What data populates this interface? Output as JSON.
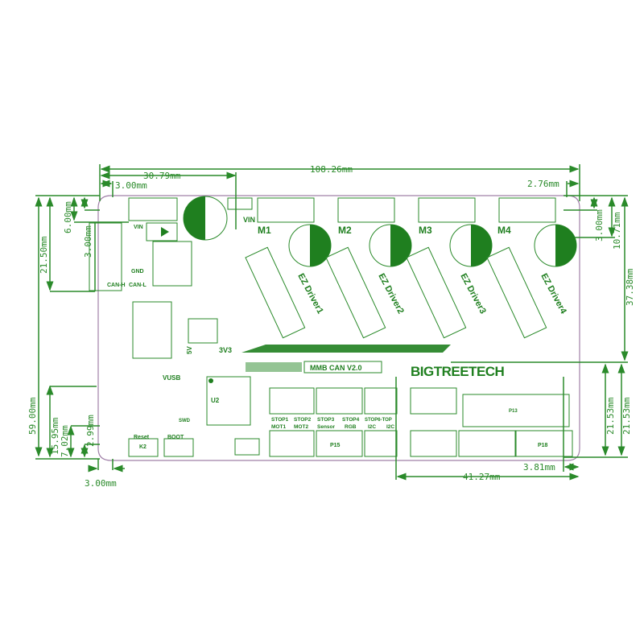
{
  "board": {
    "name": "MMB CAN V2.0",
    "brand": "BIGTREETECH",
    "power_labels": [
      "VIN",
      "VIN",
      "GND",
      "CAN-H",
      "CAN-L",
      "5V",
      "3V3",
      "VUSB"
    ],
    "motor_labels": [
      "M1",
      "M2",
      "M3",
      "M4"
    ],
    "driver_labels": [
      "EZ Driver1",
      "EZ Driver2",
      "EZ Driver3",
      "EZ Driver4"
    ],
    "port_labels_top": [
      "STOP1",
      "STOP2",
      "STOP3",
      "STOP4",
      "STOP6-TOP"
    ],
    "port_labels_bottom": [
      "MOT1",
      "MOT2",
      "Sensor",
      "RGB",
      "I2C",
      "I2C"
    ],
    "connector_labels": [
      "P13",
      "P15",
      "P18",
      "U2"
    ],
    "button_labels": [
      "Reset",
      "BOOT",
      "K2",
      "SWD"
    ],
    "colors": {
      "trace": "#2a8a2a",
      "outline": "#a080a8"
    }
  },
  "dimensions": {
    "total_width": "108.26mm",
    "mount_x": "30.79mm",
    "left_margin_top": "3.00mm",
    "right_margin_top": "2.76mm",
    "total_height": "59.00mm",
    "left_21_50": "21.50mm",
    "left_6_00": "6.00mm",
    "left_3_00": "3.00mm",
    "right_3_00": "3.00mm",
    "right_10_71": "10.71mm",
    "right_37_38": "37.38mm",
    "right_21_53_a": "21.53mm",
    "right_21_53_b": "21.53mm",
    "bottom_15_95": "15.95mm",
    "bottom_7_02": "7.02mm",
    "bottom_2_99": "2.99mm",
    "bottom_left_3_00": "3.00mm",
    "bottom_right_3_81": "3.81mm",
    "bottom_41_27": "41.27mm"
  }
}
